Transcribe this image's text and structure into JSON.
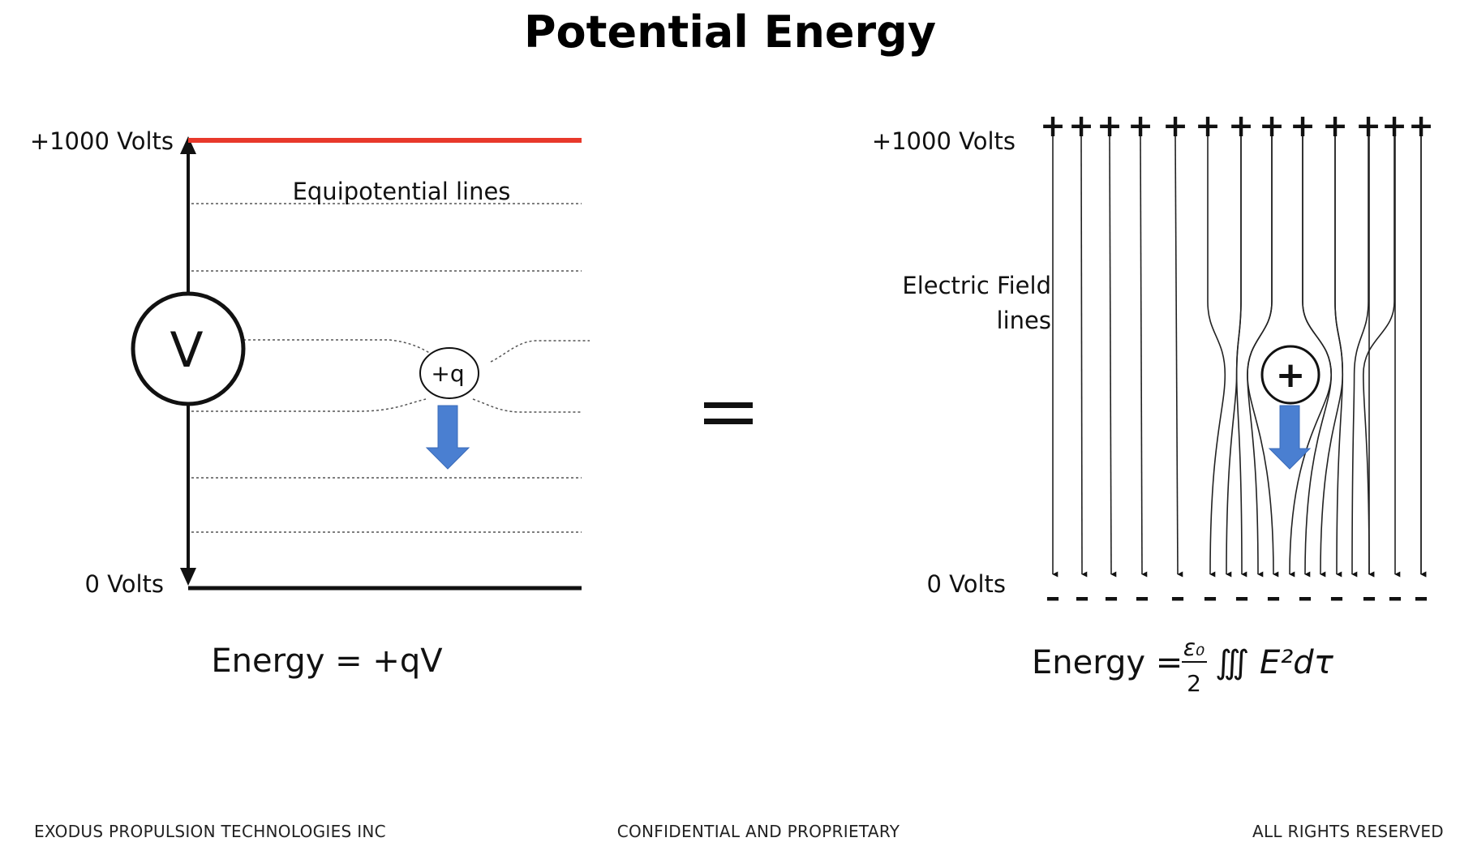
{
  "title": "Potential Energy",
  "left_panel": {
    "top_voltage": "+1000 Volts",
    "bottom_voltage": "0 Volts",
    "equipotential_label": "Equipotential lines",
    "voltmeter_symbol": "V",
    "charge_label": "+q",
    "energy_formula": "Energy = +qV"
  },
  "equals_sign": "=",
  "right_panel": {
    "top_voltage": "+1000 Volts",
    "bottom_voltage": "0 Volts",
    "field_label_line1": "Electric Field",
    "field_label_line2": "lines",
    "charge_symbol": "+",
    "plus_sign": "+",
    "minus_sign": "–",
    "energy_prefix": "Energy = ",
    "fraction_numerator": "ε₀",
    "fraction_denominator": "2",
    "integral_part": "∭ E²dτ"
  },
  "footer": {
    "left": "EXODUS PROPULSION TECHNOLOGIES INC",
    "center": "CONFIDENTIAL  AND  PROPRIETARY",
    "right": "ALL RIGHTS RESERVED"
  },
  "colors": {
    "top_plate": "#e8392b",
    "force_arrow": "#4a7fd1",
    "line": "#111111"
  }
}
